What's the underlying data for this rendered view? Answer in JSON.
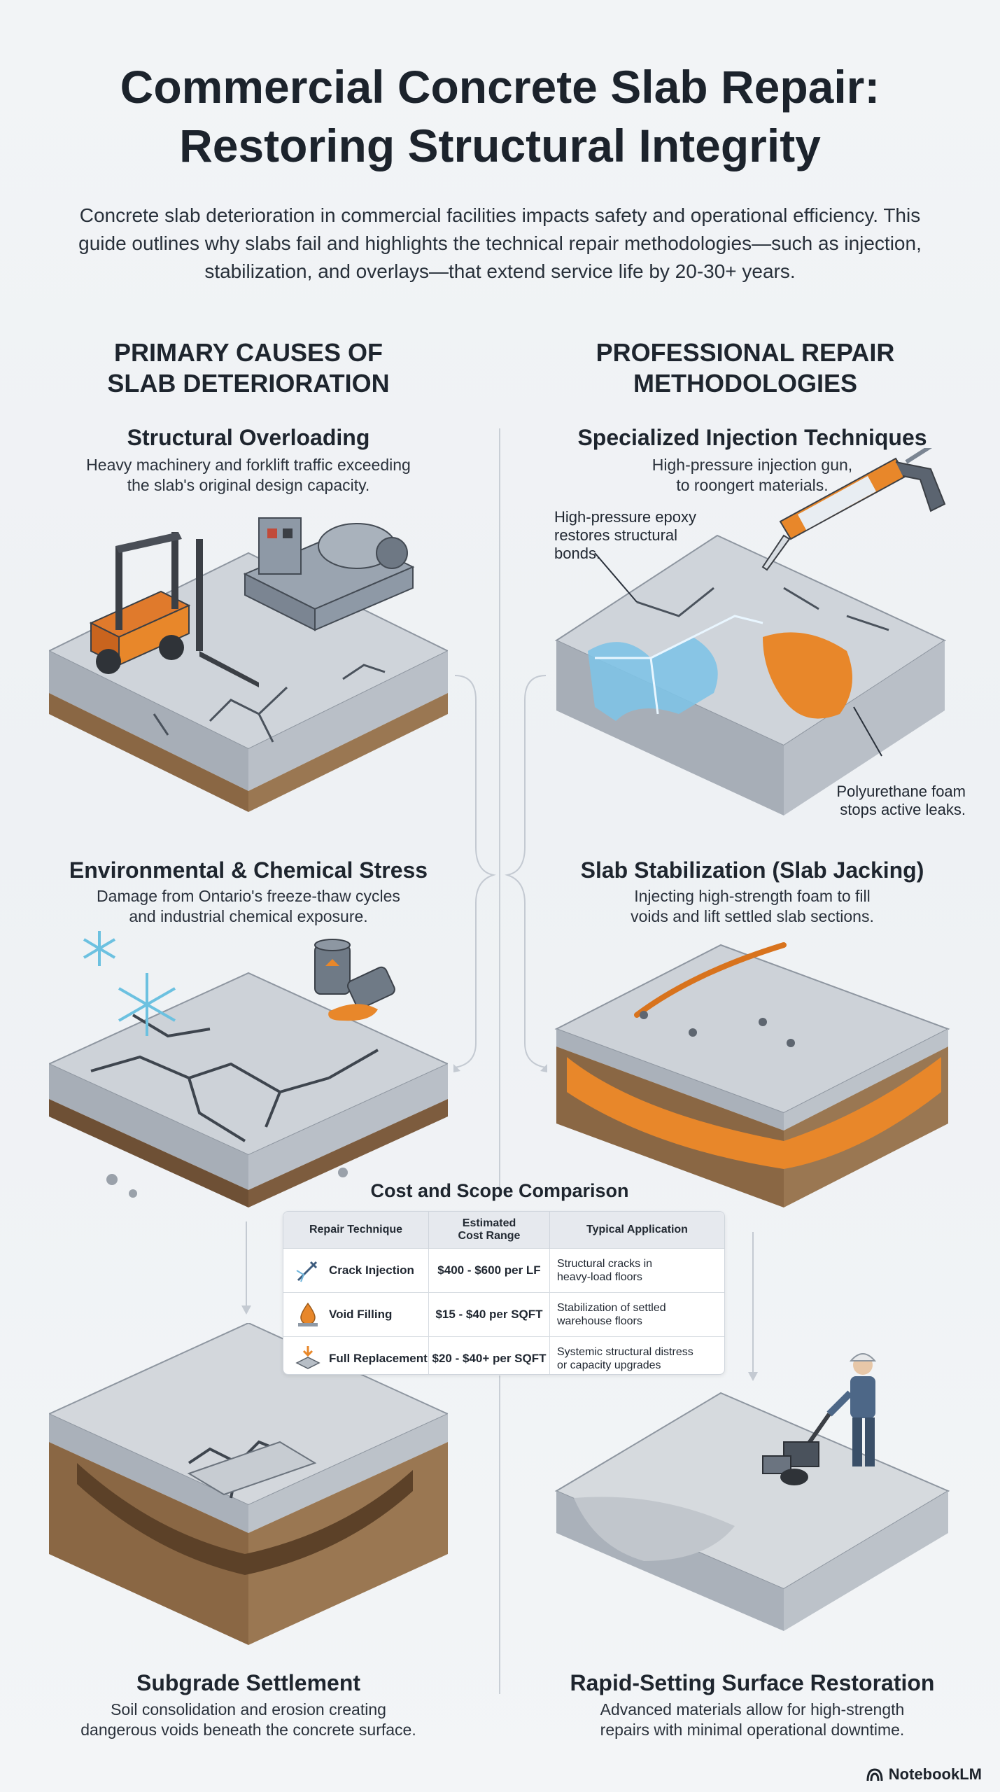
{
  "header": {
    "title": "Commercial Concrete Slab Repair: Restoring Structural Integrity",
    "intro": "Concrete slab deterioration in commercial facilities impacts safety and operational efficiency. This guide outlines why slabs fail and highlights the technical repair methodologies—such as injection, stabilization, and overlays—that extend service life by 20-30+ years."
  },
  "left_column": {
    "heading": "PRIMARY CAUSES OF\nSLAB DETERIORATION",
    "sections": [
      {
        "title": "Structural Overloading",
        "desc": "Heavy machinery and forklift traffic exceeding\nthe slab's original design capacity."
      },
      {
        "title": "Environmental & Chemical Stress",
        "desc": "Damage from Ontario's freeze-thaw cycles\nand industrial chemical exposure."
      },
      {
        "title": "Subgrade Settlement",
        "desc": "Soil consolidation and erosion creating\ndangerous voids beneath the concrete surface."
      }
    ]
  },
  "right_column": {
    "heading": "PROFESSIONAL REPAIR\nMETHODOLOGIES",
    "sections": [
      {
        "title": "Specialized Injection Techniques",
        "desc": "High-pressure injection gun,\nto roongert materials."
      },
      {
        "title": "Slab Stabilization (Slab Jacking)",
        "desc": "Injecting high-strength foam to fill\nvoids and lift settled slab sections."
      },
      {
        "title": "Rapid-Setting Surface Restoration",
        "desc": "Advanced materials allow for high-strength\nrepairs with minimal operational downtime."
      }
    ],
    "callouts": {
      "epoxy": "High-pressure epoxy\nrestores structural\nbonds.",
      "foam": "Polyurethane foam\nstops active leaks."
    }
  },
  "cost_table": {
    "title": "Cost and Scope Comparison",
    "headers": [
      "Repair Technique",
      "Estimated\nCost Range",
      "Typical Application"
    ],
    "rows": [
      {
        "technique": "Crack Injection",
        "cost": "$400 - $600 per LF",
        "application": "Structural cracks in\nheavy-load floors",
        "icon": "injection-needle-icon"
      },
      {
        "technique": "Void Filling",
        "cost": "$15 - $40 per SQFT",
        "application": "Stabilization of settled\nwarehouse floors",
        "icon": "foam-drop-icon"
      },
      {
        "technique": "Full Replacement",
        "cost": "$20 - $40+ per SQFT",
        "application": "Systemic structural distress\nor capacity upgrades",
        "icon": "slab-replace-icon"
      }
    ]
  },
  "footer": {
    "logo": "NotebookLM",
    "logo_icon": "notebooklm-logo-icon"
  },
  "colors": {
    "concrete": "#c9ced4",
    "soil": "#8a6744",
    "foam": "#e8872a",
    "epoxy": "#7fc3e6",
    "machine": "#8e99a6",
    "forklift": "#e07a2c"
  }
}
